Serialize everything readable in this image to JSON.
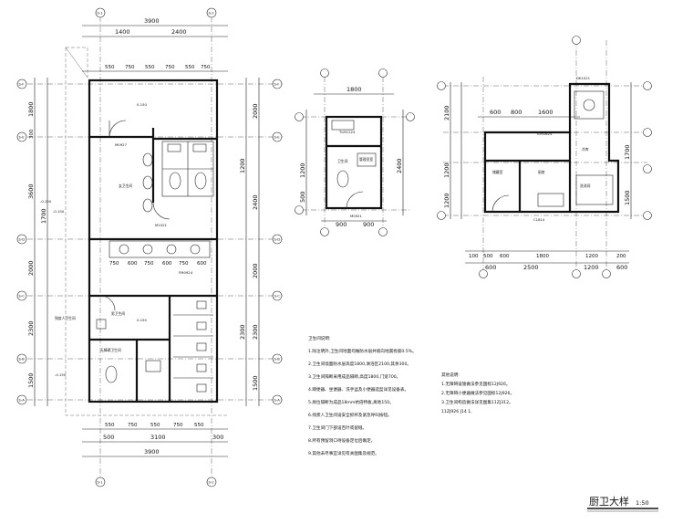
{
  "title": {
    "text": "厨卫大样",
    "scale": "1:50"
  },
  "plan_a": {
    "top_total": "3900",
    "top_parts": [
      "1400",
      "2400"
    ],
    "top_sub": [
      "550",
      "750",
      "550",
      "750",
      "550",
      "750"
    ],
    "bottom_total": "3900",
    "bottom_parts": [
      "500",
      "3100",
      "300"
    ],
    "bottom_sub": [
      "550",
      "750",
      "550",
      "750",
      "550"
    ],
    "left_dims": [
      "1800",
      "300",
      "3600",
      "1700",
      "2000",
      "2300",
      "1500"
    ],
    "right_dims": [
      "2000",
      "1200",
      "2400",
      "2000",
      "2300",
      "2300",
      "1500"
    ],
    "mid_row_dims": [
      "750",
      "600",
      "750",
      "600",
      "750",
      "600"
    ],
    "axes_top": [
      "S-1",
      "S-2"
    ],
    "axes_left": [
      "S-F",
      "S-E",
      "S-D",
      "S-C",
      "S-B",
      "S-A"
    ],
    "levels": [
      "-0.150",
      "-0.150",
      "-0.150",
      "0.150",
      "0.150"
    ],
    "labels": [
      "M0927",
      "M1021",
      "FM0924",
      "无障碍卫生间",
      "女卫生间",
      "男卫生间",
      "残疾人卫生间"
    ]
  },
  "plan_b": {
    "top_dim": "1800",
    "left_dims": [
      "1200",
      "500"
    ],
    "right_dim": "2400",
    "bottom_dims": [
      "900",
      "900"
    ],
    "labels": [
      "TLM1124",
      "M0921",
      "卫生间",
      "管理员室"
    ]
  },
  "plan_c": {
    "top_dims": [
      "600",
      "800",
      "1600"
    ],
    "left_dims": [
      "2100",
      "1200",
      "1200"
    ],
    "right_dims": [
      "1700",
      "1500"
    ],
    "bottom_sub": [
      "100",
      "500",
      "600",
      "1800",
      "1200",
      "200"
    ],
    "bottom_mid": [
      "600",
      "2500",
      "1200",
      "600"
    ],
    "labels": [
      "DK1021",
      "TLM1824",
      "C1814",
      "厨房",
      "储藏室",
      "冷库",
      "洗消间"
    ]
  },
  "notes_main": [
    "卫生间说明:",
    "1.除注明外,卫生间地面均做防水层并坡向地漏找坡0.5%。",
    "2.卫生间墙面防水层高度1800,淋浴区2100,其余300。",
    "3.卫生间隔断采用成品隔断,高度1800,门宽700。",
    "4.蹲便器、坐便器、洗手盆及小便器选型详见设备表。",
    "5.厕位隔断为成品18mm抗倍特板,离地150。",
    "6.残疾人卫生间设安全抓杆及紧急呼叫按钮。",
    "7.卫生间门下部设百叶或留缝。",
    "8.所有预留洞口待设备定位后确定。",
    "9.其他未尽事宜详见有关图集及规范。"
  ],
  "notes_side": [
    "其他说明:",
    "1.无障碍设施做法参见国标12J926。",
    "2.无障碍小便器做法参见国标12J926。",
    "3.卫生间构造做法详见图集11ZJ312。",
    "11ZJ926 J14 1."
  ]
}
